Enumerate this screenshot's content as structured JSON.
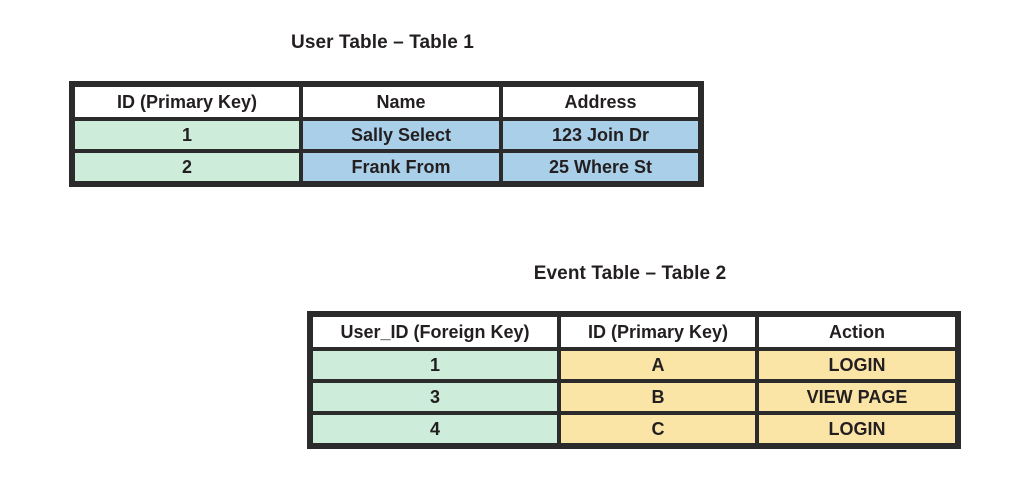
{
  "diagram": {
    "title_user_table": "User Table – Table 1",
    "title_event_table": "Event Table – Table 2",
    "colors": {
      "green": "#cdedda",
      "blue": "#a9cfe9",
      "yellow": "#fbe5a6",
      "border": "#2b2b2b",
      "text": "#231f20",
      "background": "#ffffff"
    },
    "user_table": {
      "headers": [
        "ID (Primary Key)",
        "Name",
        "Address"
      ],
      "header_fills": [
        "white",
        "white",
        "white"
      ],
      "rows": [
        {
          "cells": [
            "1",
            "Sally Select",
            "123 Join Dr"
          ],
          "fills": [
            "green",
            "blue",
            "blue"
          ]
        },
        {
          "cells": [
            "2",
            "Frank From",
            "25 Where St"
          ],
          "fills": [
            "green",
            "blue",
            "blue"
          ]
        }
      ]
    },
    "event_table": {
      "headers": [
        "User_ID (Foreign Key)",
        "ID (Primary Key)",
        "Action"
      ],
      "header_fills": [
        "white",
        "white",
        "white"
      ],
      "rows": [
        {
          "cells": [
            "1",
            "A",
            "LOGIN"
          ],
          "fills": [
            "green",
            "yellow",
            "yellow"
          ]
        },
        {
          "cells": [
            "3",
            "B",
            "VIEW PAGE"
          ],
          "fills": [
            "green",
            "yellow",
            "yellow"
          ]
        },
        {
          "cells": [
            "4",
            "C",
            "LOGIN"
          ],
          "fills": [
            "green",
            "yellow",
            "yellow"
          ]
        }
      ]
    }
  }
}
